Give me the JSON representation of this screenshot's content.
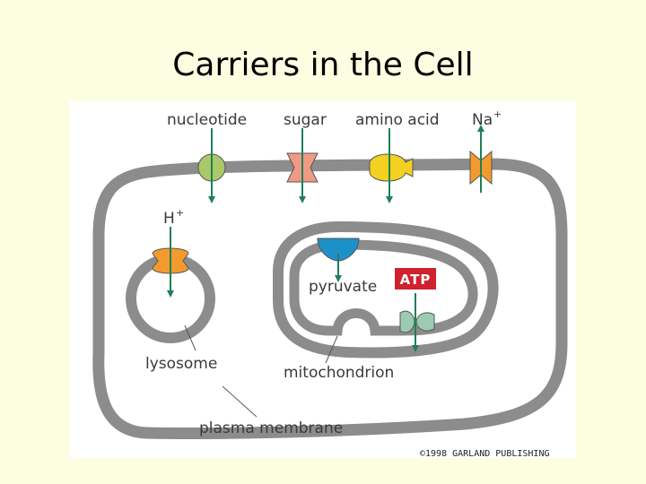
{
  "slide": {
    "title": "Carriers in the Cell"
  },
  "diagram": {
    "labels": {
      "nucleotide": "nucleotide",
      "sugar": "sugar",
      "amino_acid": "amino acid",
      "sodium": "Na",
      "sodium_charge": "+",
      "proton": "H",
      "proton_charge": "+",
      "pyruvate": "pyruvate",
      "atp": "ATP",
      "lysosome": "lysosome",
      "mitochondrion": "mitochondrion",
      "plasma_membrane": "plasma membrane"
    },
    "copyright": "©1998 GARLAND PUBLISHING",
    "colors": {
      "membrane": "#8c8c8c",
      "arrow": "#1f7f5a",
      "nucleotide_carrier": "#a9c96a",
      "sugar_carrier": "#ee9a85",
      "amino_acid_carrier": "#f4d020",
      "sodium_carrier": "#f29a2e",
      "proton_carrier": "#f29a2e",
      "pyruvate_carrier": "#1e90c8",
      "atp_synthase": "#9ccbb0",
      "atp_box": "#d0212e"
    }
  }
}
